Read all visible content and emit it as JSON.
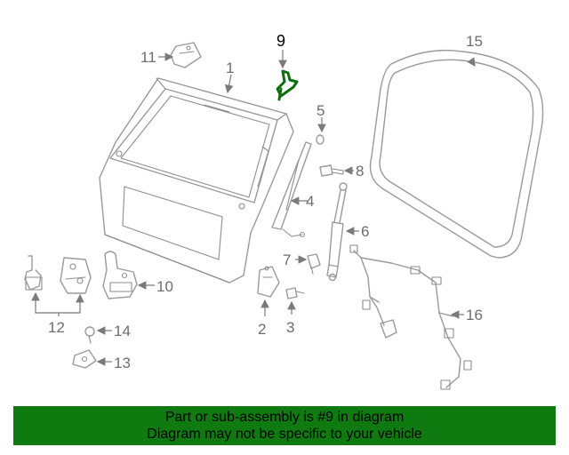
{
  "diagram": {
    "highlight_color": "#0f6e0f",
    "line_color": "#9a9a9a",
    "callouts": {
      "c1": "1",
      "c2": "2",
      "c3": "3",
      "c4": "4",
      "c5": "5",
      "c6": "6",
      "c7": "7",
      "c8": "8",
      "c9": "9",
      "c10": "10",
      "c11": "11",
      "c12": "12",
      "c13": "13",
      "c14": "14",
      "c15": "15",
      "c16": "16"
    }
  },
  "footer": {
    "background": "#0f7a0f",
    "line1": "Part or sub-assembly is #9 in diagram",
    "line2": "Diagram may not be specific to your vehicle"
  }
}
